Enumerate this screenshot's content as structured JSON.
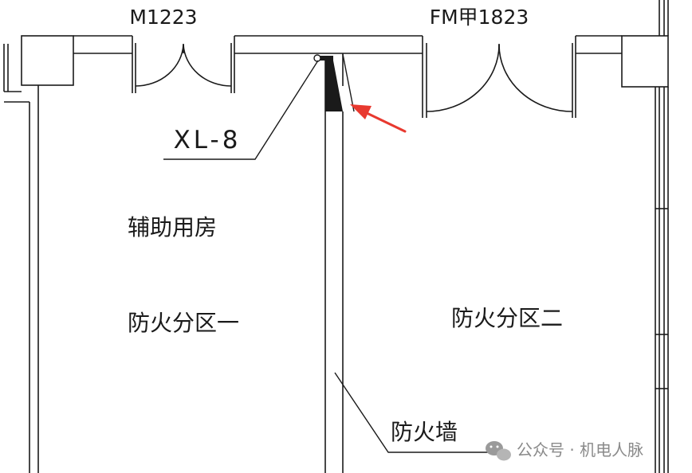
{
  "labels": {
    "door_left": "M1223",
    "door_right": "FM甲1823",
    "tag_xl": "XL-8",
    "room_aux": "辅助用房",
    "zone_one": "防火分区一",
    "zone_two": "防火分区二",
    "firewall": "防火墙"
  },
  "watermark": {
    "text": "公众号 · 机电人脉",
    "icon": "wechat-icon"
  },
  "colors": {
    "line": "#1a1a1a",
    "arrow": "#e8392f",
    "watermark": "#8a8a8a"
  }
}
